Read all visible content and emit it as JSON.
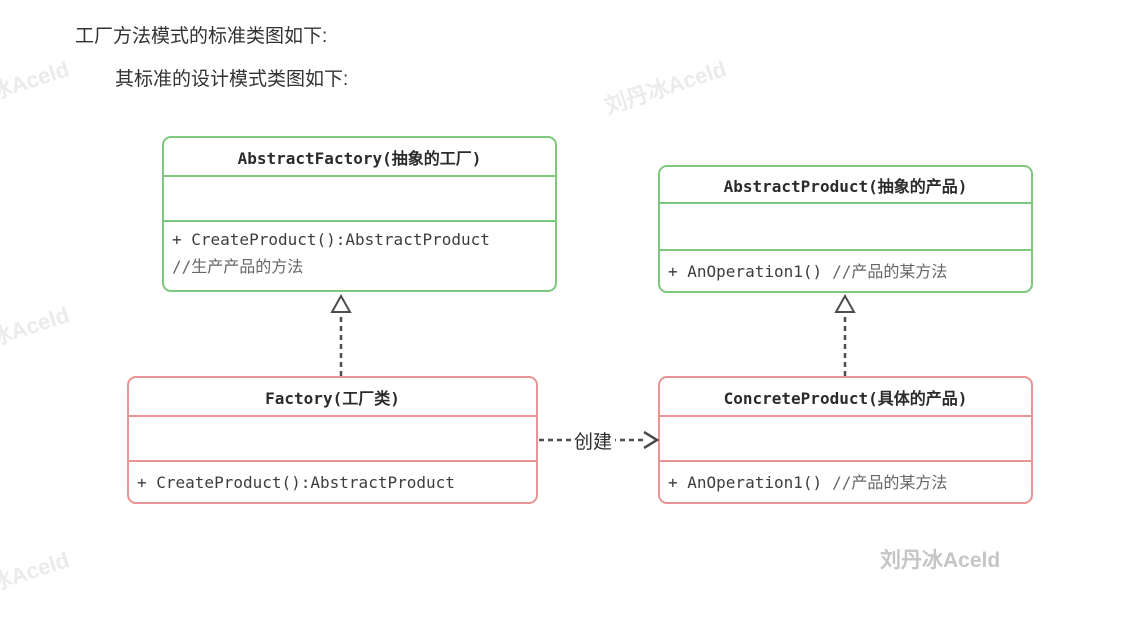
{
  "page": {
    "heading1": "工厂方法模式的标准类图如下:",
    "heading2": "其标准的设计模式类图如下:"
  },
  "diagram": {
    "classes": [
      {
        "id": "AbstractFactory",
        "title": "AbstractFactory(抽象的工厂)",
        "fields": "",
        "method_code": "+ CreateProduct():AbstractProduct",
        "method_comment": "//生产产品的方法",
        "stereotype": "abstract"
      },
      {
        "id": "AbstractProduct",
        "title": "AbstractProduct(抽象的产品)",
        "fields": "",
        "method_code": "+ AnOperation1()",
        "method_comment": "//产品的某方法",
        "stereotype": "abstract"
      },
      {
        "id": "Factory",
        "title": "Factory(工厂类)",
        "fields": "",
        "method_code": "+ CreateProduct():AbstractProduct",
        "method_comment": "",
        "stereotype": "concrete"
      },
      {
        "id": "ConcreteProduct",
        "title": "ConcreteProduct(具体的产品)",
        "fields": "",
        "method_code": "+ AnOperation1()",
        "method_comment": "//产品的某方法",
        "stereotype": "concrete"
      }
    ],
    "relations": [
      {
        "type": "realization",
        "from": "Factory",
        "to": "AbstractFactory",
        "label": ""
      },
      {
        "type": "realization",
        "from": "ConcreteProduct",
        "to": "AbstractProduct",
        "label": ""
      },
      {
        "type": "dependency",
        "from": "Factory",
        "to": "ConcreteProduct",
        "label": "创建"
      }
    ]
  },
  "watermark": {
    "text": "刘丹冰Aceld",
    "signature": "刘丹冰Aceld"
  },
  "colors": {
    "abstract_border": "#7dc87d",
    "concrete_border": "#e89394",
    "arrow": "#4d4d4d",
    "heading_text": "#333333",
    "code_text": "#3d3d3d",
    "comment_text": "#666666",
    "watermark_light": "#ebebeb",
    "watermark_dark": "#c5c5c5"
  }
}
